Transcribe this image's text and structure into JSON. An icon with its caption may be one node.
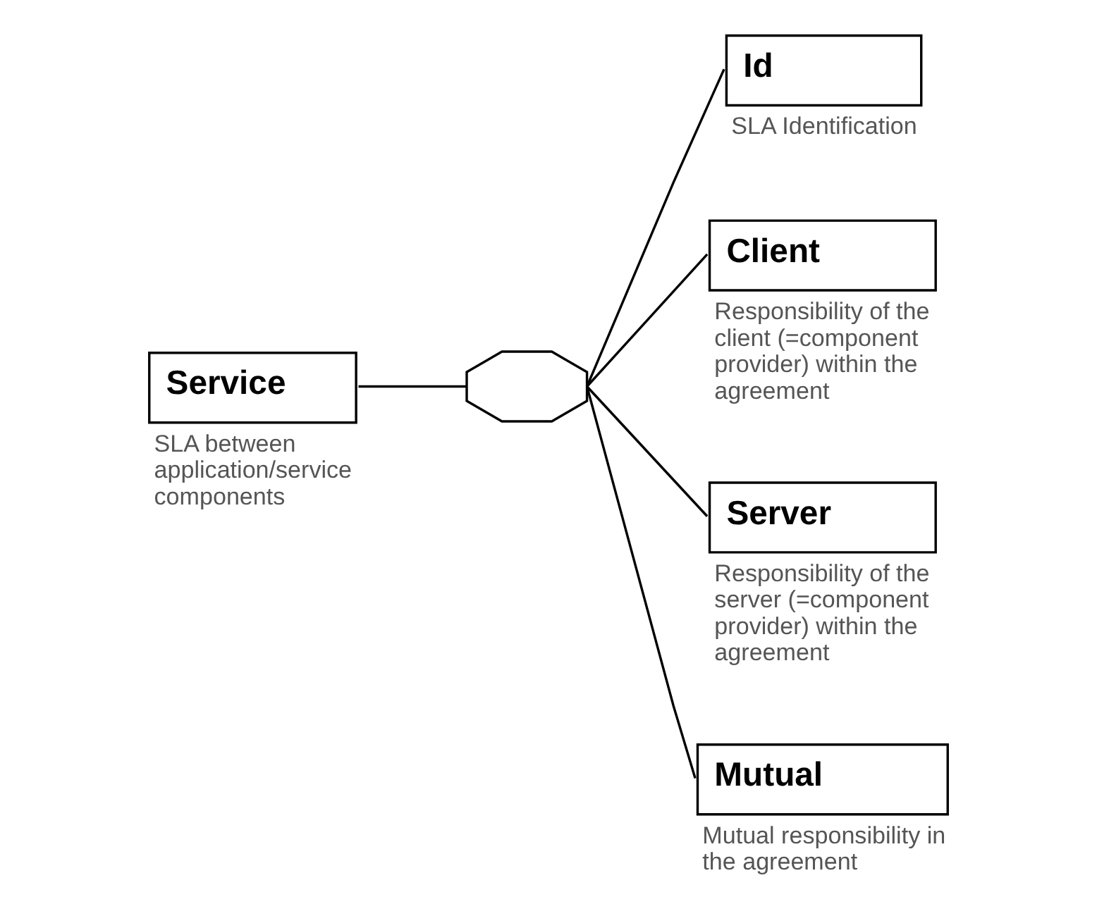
{
  "diagram": {
    "nodes": [
      {
        "text": [
          "Service"
        ],
        "beside": [
          "SLA between application/service components"
        ]
      },
      {
        "text": [],
        "shape": "octagon"
      },
      {
        "text": [
          "Id"
        ],
        "beside": [
          "SLA Identification"
        ]
      },
      {
        "text": [
          "Client"
        ],
        "beside": [
          "Responsibility of the client (=component provider) within the agreement"
        ]
      },
      {
        "text": [
          "Server"
        ],
        "beside": [
          "Responsibility of the server (=component provider) within the agreement"
        ]
      },
      {
        "text": [
          "Mutual"
        ],
        "beside": [
          "Mutual responsibility in the agreement"
        ]
      }
    ],
    "edges": [
      {
        "from": 0,
        "to": 1,
        "arrow": "none"
      },
      {
        "from": 1,
        "to": 2,
        "arrow": "none"
      },
      {
        "from": 1,
        "to": 3,
        "arrow": "none"
      },
      {
        "from": 1,
        "to": 4,
        "arrow": "none"
      },
      {
        "from": 1,
        "to": 5,
        "arrow": "none"
      }
    ]
  }
}
